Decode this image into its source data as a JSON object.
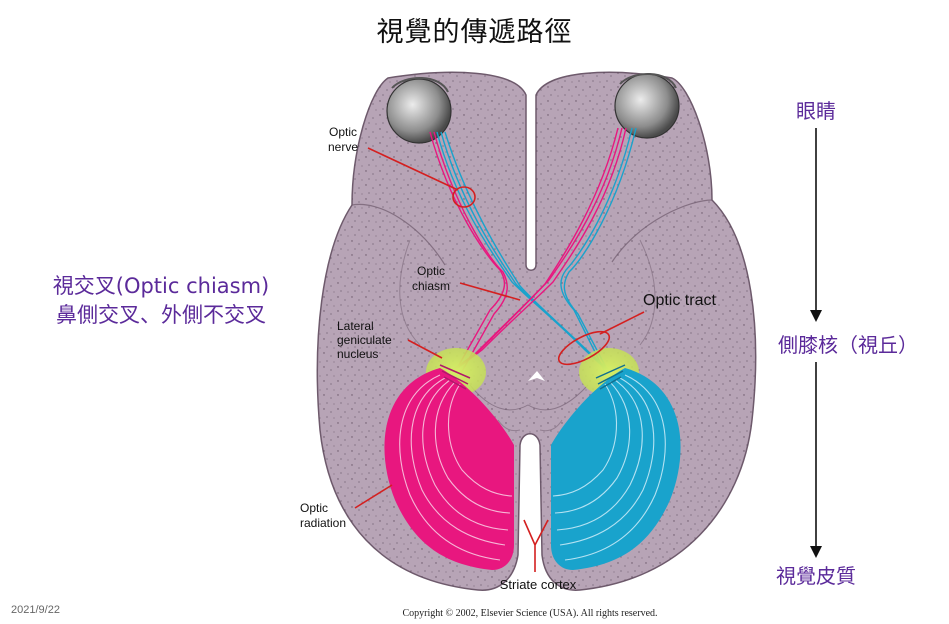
{
  "slide": {
    "title": "視覺的傳遞路徑",
    "date": "2021/9/22"
  },
  "left_note": {
    "line1": "視交叉(Optic chiasm)",
    "line2": "鼻側交叉、外側不交叉"
  },
  "diagram": {
    "labels": {
      "optic_nerve_line1": "Optic",
      "optic_nerve_line2": "nerve",
      "optic_chiasm_line1": "Optic",
      "optic_chiasm_line2": "chiasm",
      "optic_tract": "Optic tract",
      "lgn_line1": "Lateral",
      "lgn_line2": "geniculate",
      "lgn_line3": "nucleus",
      "optic_radiation_line1": "Optic",
      "optic_radiation_line2": "radiation",
      "striate_cortex": "Striate cortex"
    },
    "copyright": "Copyright © 2002, Elsevier Science (USA). All rights reserved.",
    "colors": {
      "brain": "#b7a4b6",
      "pink_pathway": "#e8177f",
      "blue_pathway": "#19a3cc",
      "lgn": "#c9e35a",
      "pointer": "#d42020"
    }
  },
  "flow": {
    "step1": "眼睛",
    "step2": "側膝核（視丘）",
    "step3": "視覺皮質"
  }
}
